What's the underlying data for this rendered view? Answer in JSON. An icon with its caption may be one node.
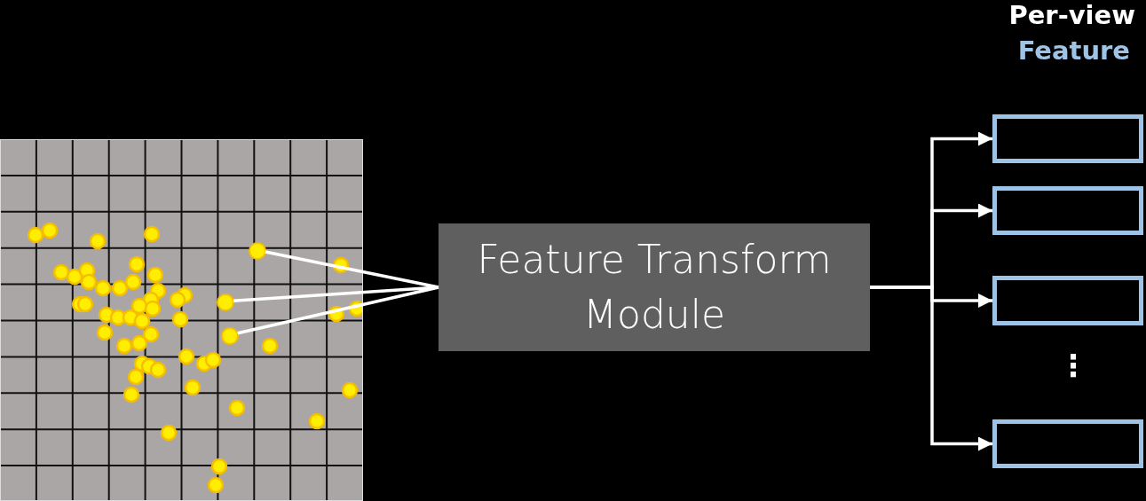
{
  "diagram": {
    "nodes": [
      {
        "text": [],
        "shape": "picture"
      },
      {
        "text": [],
        "shape": "circle",
        "in": 0
      },
      {
        "text": [],
        "shape": "circle",
        "in": 0
      },
      {
        "text": [],
        "shape": "circle",
        "in": 0
      },
      {
        "text": [
          "Feature Transform Module"
        ]
      },
      {
        "text": [],
        "shape": "box"
      },
      {
        "text": [],
        "shape": "box"
      },
      {
        "text": [],
        "shape": "box"
      },
      {
        "text": [],
        "shape": "box"
      }
    ],
    "edges": [
      {
        "from": 1,
        "to": 4,
        "arrow": "none"
      },
      {
        "from": 2,
        "to": 4,
        "arrow": "none"
      },
      {
        "from": 3,
        "to": 4,
        "arrow": "none"
      },
      {
        "from": 4,
        "to": 5,
        "arrow": "to"
      },
      {
        "from": 4,
        "to": 6,
        "arrow": "to"
      },
      {
        "from": 4,
        "to": 7,
        "arrow": "to"
      },
      {
        "from": 4,
        "to": 8,
        "arrow": "to"
      }
    ],
    "labels": [
      "Per-view",
      "Feature",
      "⋮"
    ]
  }
}
